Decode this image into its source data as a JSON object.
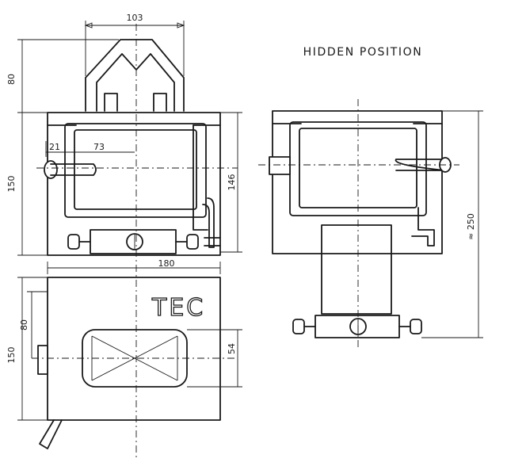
{
  "title": "HIDDEN POSITION",
  "brand": "TEC",
  "dimensions": {
    "top_width": "103",
    "top_height": "80",
    "left_height": "150",
    "right_height": "146",
    "offset_21": "21",
    "offset_73": "73",
    "base_width": "180",
    "base_80": "80",
    "base_150": "150",
    "window_54": "54",
    "hidden_height": "≈ 250"
  }
}
